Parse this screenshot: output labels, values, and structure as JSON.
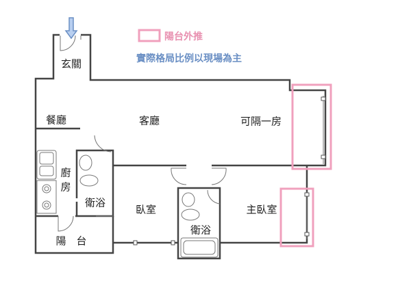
{
  "legend": {
    "balcony_extension": "陽台外推",
    "note": "實際格局比例以現場為主",
    "pink_color": "#f0a0bd",
    "blue_color": "#6a8fc4"
  },
  "rooms": {
    "entrance": "玄關",
    "dining": "餐廳",
    "living": "客廳",
    "convertible_room": "可隔一房",
    "kitchen_1": "廚",
    "kitchen_2": "房",
    "bath_1": "衛浴",
    "bedroom": "臥室",
    "bath_2": "衛浴",
    "master_bedroom": "主臥室",
    "balcony": "陽　台"
  },
  "icons": [
    "entry-arrow-icon"
  ]
}
